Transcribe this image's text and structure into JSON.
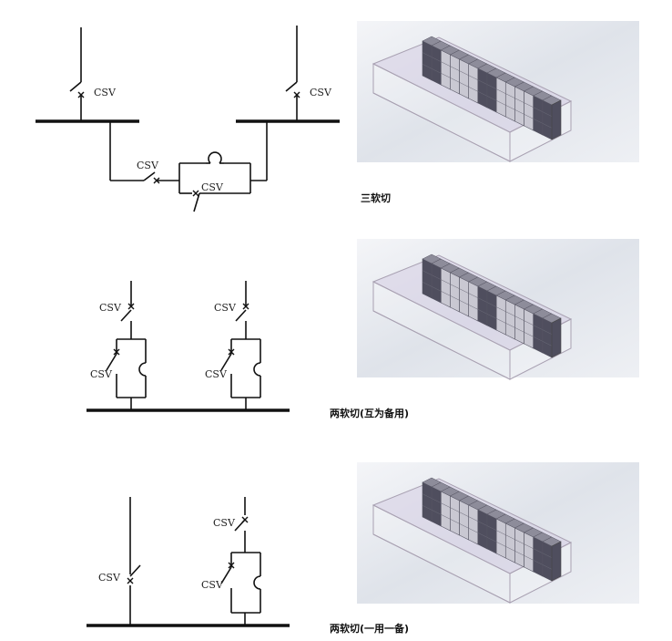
{
  "switch_label": "CSV",
  "captions": {
    "row1": "三软切",
    "row2": "两软切(互为备用)",
    "row3": "两软切(一用一备)"
  },
  "colors": {
    "line": "#111111",
    "render_bg": "#e4e7ed",
    "box_edge": "#a9a1b2",
    "box_top_tint": "#d6cde3",
    "cabinet_dark": "#4f4e5e",
    "cabinet_mid": "#8d8c9a",
    "cabinet_light": "#c9c8d2"
  },
  "renders": [
    {
      "name": "render-three-soft-switch",
      "cabinets": 14
    },
    {
      "name": "render-two-soft-switch-mutual",
      "cabinets": 14
    },
    {
      "name": "render-two-soft-switch-standby",
      "cabinets": 14
    }
  ]
}
